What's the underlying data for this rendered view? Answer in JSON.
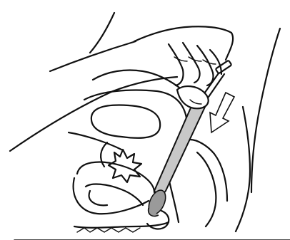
{
  "illustration": {
    "parts": [
      "body-outline",
      "pelvic-organ-outline",
      "hand",
      "applicator-device",
      "direction-arrow"
    ],
    "colors": {
      "line": "#111111",
      "background": "#ffffff",
      "device_fill": "#c8c8c8",
      "device_tip": "#9a9a9a"
    }
  }
}
